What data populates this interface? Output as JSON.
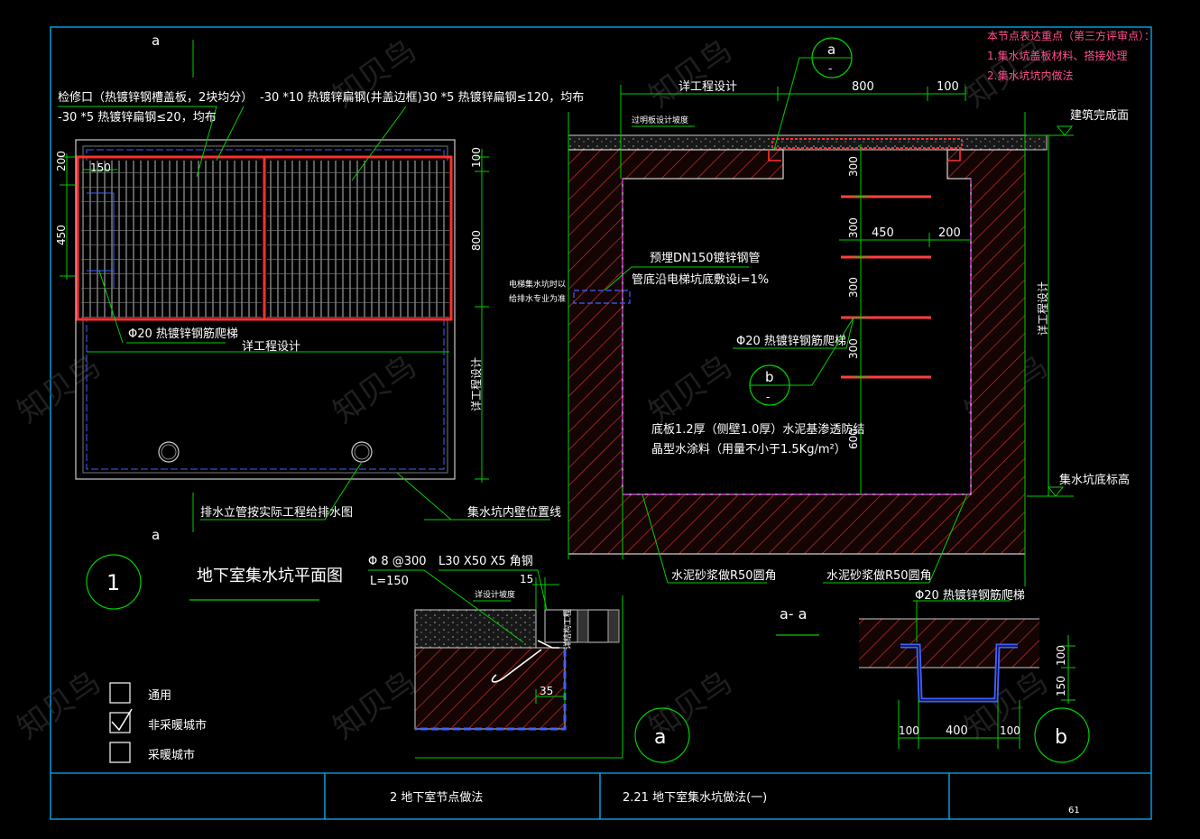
{
  "colors": {
    "bg": "#000000",
    "frame": "#00b4ff",
    "text": "#ffffff",
    "dim": "#00d000",
    "accent": "#ff3030",
    "note": "#ff5090",
    "hatch": "#ff3a3a",
    "blue": "#4060ff",
    "magenta": "#d040d0",
    "grey": "#a0a0a0"
  },
  "watermark": "知贝鸟",
  "notes": {
    "title": "本节点表达重点（第三方评审点）：",
    "item1": "1.集水坑盖板材料、搭接处理",
    "item2": "2.集水坑坑内做法"
  },
  "plan": {
    "cut_top": "a",
    "cut_bottom": "a",
    "label_cover": "检修口（热镀锌钢槽盖板，2块均分）",
    "label_flat_20": "-30 *5 热镀锌扁钢≤20，均布",
    "label_frame": "-30 *10 热镀锌扁钢(井盖边框)",
    "label_flat_120": "30 *5 热镀锌扁钢≤120，均布",
    "label_ladder": "Φ20 热镀锌钢筋爬梯",
    "label_detail": "详工程设计",
    "label_detail_v": "详工程设计",
    "label_pipe": "排水立管按实际工程给排水图",
    "label_wall": "集水坑内壁位置线",
    "dims": {
      "d200": "200",
      "d450": "450",
      "d150": "150",
      "d100": "100",
      "d800": "800"
    },
    "drawing_no": "1",
    "drawing_title": "地下室集水坑平面图"
  },
  "section": {
    "label_detail": "详工程设计",
    "dim_800": "800",
    "dim_100": "100",
    "label_slope": "过明板设计坡度",
    "label_finish": "建筑完成面",
    "label_cable": "电梯集水坑时以\n给排水专业为准",
    "label_pipe1": "预埋DN150镀锌钢管",
    "label_pipe2": "管底沿电梯坑底敷设i=1%",
    "label_ladder": "Φ20 热镀锌钢筋爬梯",
    "label_coat1": "底板1.2厚（侧壁1.0厚）水泥基渗透防结",
    "label_coat2": "晶型水涂料（用量不小于1.5Kg/m²）",
    "label_fillet1": "水泥砂浆做R50圆角",
    "label_fillet2": "水泥砂浆做R50圆角",
    "label_bottom": "集水坑底标高",
    "label_detail_v": "详工程设计",
    "dims": {
      "v300a": "300",
      "v300b": "300",
      "v300c": "300",
      "v300d": "300",
      "v600": "600",
      "h450": "450",
      "h200": "200"
    },
    "callout_a": "a",
    "callout_b": "b",
    "section_mark": "a- a"
  },
  "detail_a": {
    "label_bar": "Φ 8 @300",
    "label_len": "L=150",
    "label_angle": "L30 X50 X5 角钢",
    "label_15": "15",
    "label_35": "35",
    "label_slope": "详设计坡度",
    "label_wall": "详结构工程",
    "mark": "a"
  },
  "detail_b": {
    "label_ladder": "Φ20 热镀锌钢筋爬梯",
    "dims": {
      "d100l": "100",
      "d400": "400",
      "d100r": "100",
      "v100": "100",
      "v150": "150"
    },
    "mark": "b"
  },
  "legend": [
    {
      "label": "通用",
      "checked": false
    },
    {
      "label": "非采暖城市",
      "checked": true
    },
    {
      "label": "采暖城市",
      "checked": false
    }
  ],
  "title_block": {
    "cell1": "2  地下室节点做法",
    "cell2": "2.21  地下室集水坑做法(一)",
    "page": "61"
  }
}
